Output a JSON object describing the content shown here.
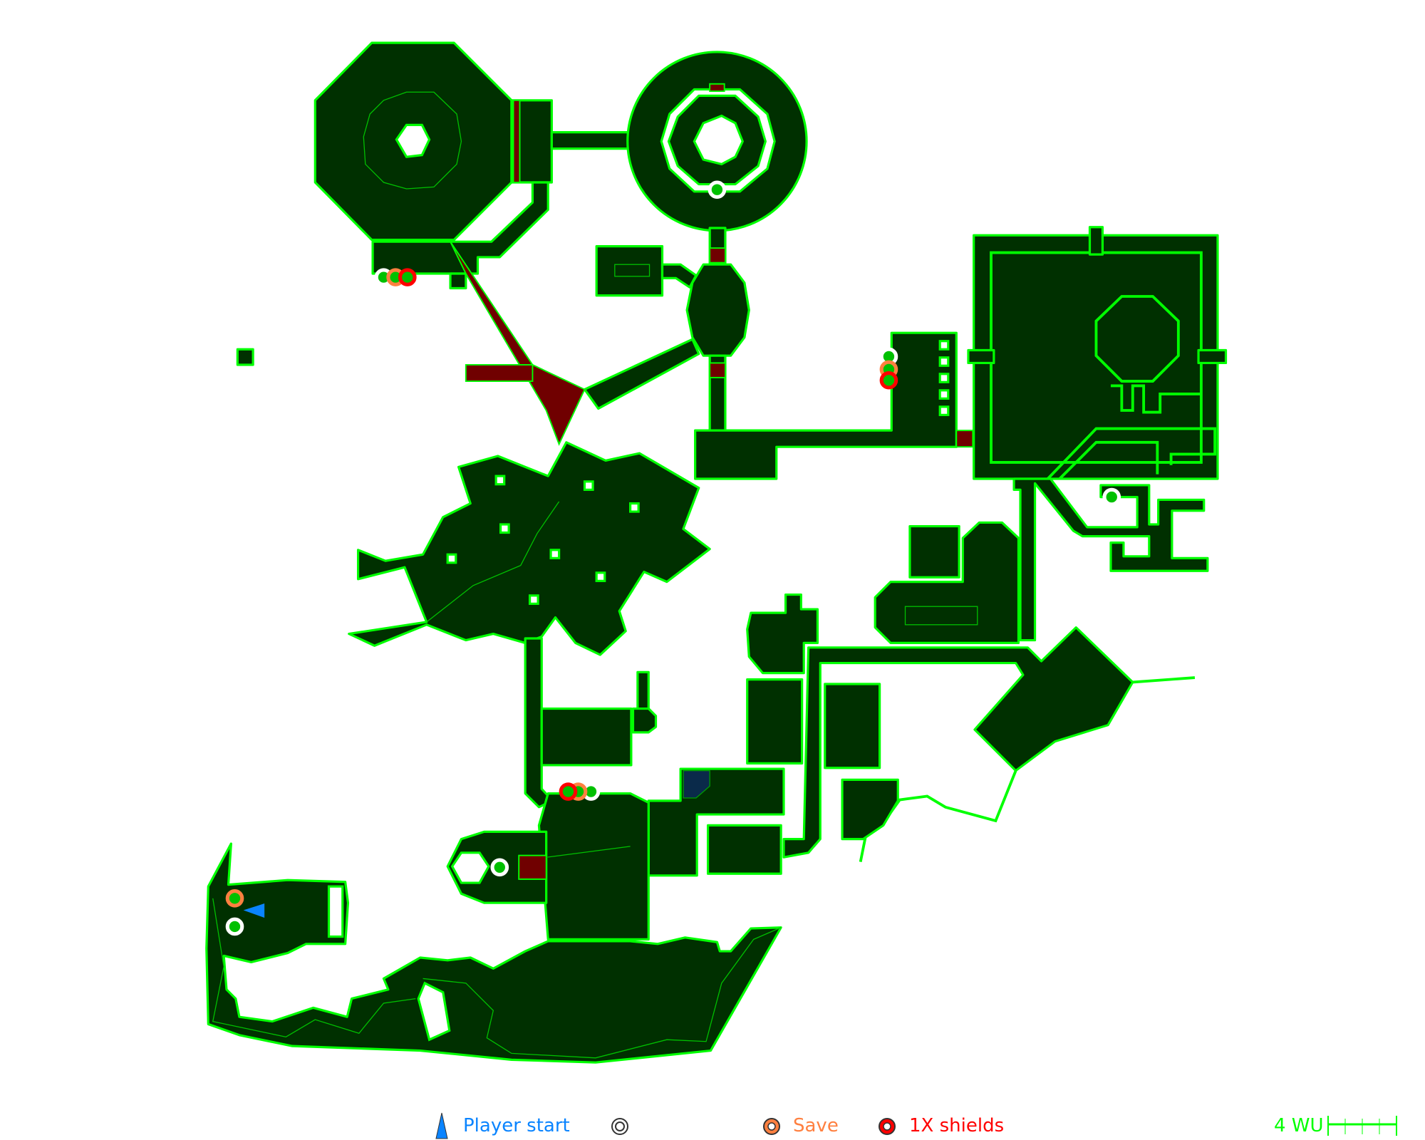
{
  "map": {
    "colors": {
      "floor": "#003000",
      "wall": "#00ff00",
      "door": "#700000",
      "water": "#0a2a4a",
      "background": "#ffffff"
    },
    "markers": [
      {
        "type": "item",
        "icon": "white-ring-icon"
      },
      {
        "type": "save",
        "icon": "orange-ring-icon"
      },
      {
        "type": "shield",
        "icon": "red-ring-icon"
      }
    ]
  },
  "legend": {
    "player_start": {
      "label": "Player start",
      "color": "#0a84ff",
      "icon": "player-start-triangle-icon"
    },
    "item": {
      "label": "",
      "color": "#ffffff",
      "icon": "white-ring-icon"
    },
    "save": {
      "label": "Save",
      "color": "#ff8040",
      "icon": "orange-ring-icon"
    },
    "shields": {
      "label": "1X shields",
      "color": "#ff0000",
      "icon": "red-ring-icon"
    },
    "scale": {
      "label": "4 WU",
      "color": "#00ff00",
      "segments": 4
    }
  }
}
